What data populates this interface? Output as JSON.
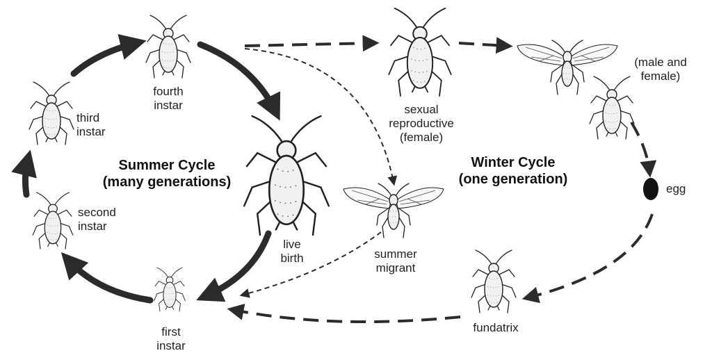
{
  "summer_cycle": {
    "title": "Summer Cycle",
    "subtitle": "(many generations)"
  },
  "winter_cycle": {
    "title": "Winter Cycle",
    "subtitle": "(one generation)"
  },
  "stages": {
    "fourth_instar": [
      "fourth",
      "instar"
    ],
    "third_instar": [
      "third",
      "instar"
    ],
    "second_instar": [
      "second",
      "instar"
    ],
    "first_instar": [
      "first",
      "instar"
    ],
    "live_birth": [
      "live",
      "birth"
    ],
    "sexual_reproductive": [
      "sexual",
      "reproductive",
      "(female)"
    ],
    "summer_migrant": [
      "summer",
      "migrant"
    ],
    "male_female": [
      "(male and",
      "female)"
    ],
    "egg": [
      "egg"
    ],
    "fundatrix": [
      "fundatrix"
    ]
  },
  "icons": {
    "nymph": "aphid-nymph-icon",
    "winged": "winged-aphid-icon",
    "egg": "egg-icon"
  },
  "colors": {
    "ink": "#2b2b2b",
    "paper": "#ffffff"
  }
}
